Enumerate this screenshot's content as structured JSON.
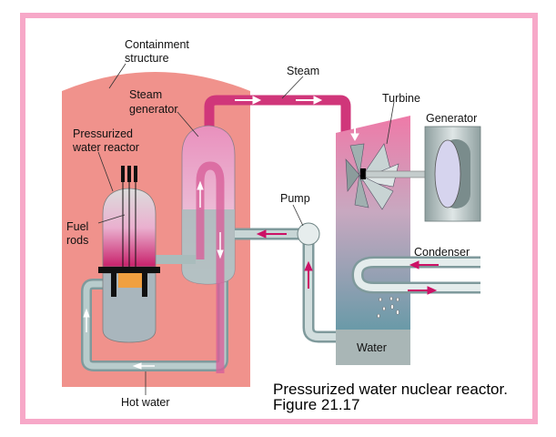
{
  "figure": {
    "caption_line1": "Pressurized water nuclear reactor.",
    "caption_line2": "Figure 21.17",
    "labels": {
      "containment_1": "Containment",
      "containment_2": "structure",
      "steam": "Steam",
      "steam_generator_1": "Steam",
      "steam_generator_2": "generator",
      "turbine": "Turbine",
      "generator": "Generator",
      "reactor_1": "Pressurized",
      "reactor_2": "water reactor",
      "pump": "Pump",
      "fuel_rods_1": "Fuel",
      "fuel_rods_2": "rods",
      "condenser": "Condenser",
      "water": "Water",
      "hot_water": "Hot water"
    },
    "colors": {
      "frame": "#f7a8c8",
      "containment": "#f0928c",
      "steam": "#d83a7c",
      "water": "#a9bcbc",
      "arrow": "#cc1166"
    }
  }
}
